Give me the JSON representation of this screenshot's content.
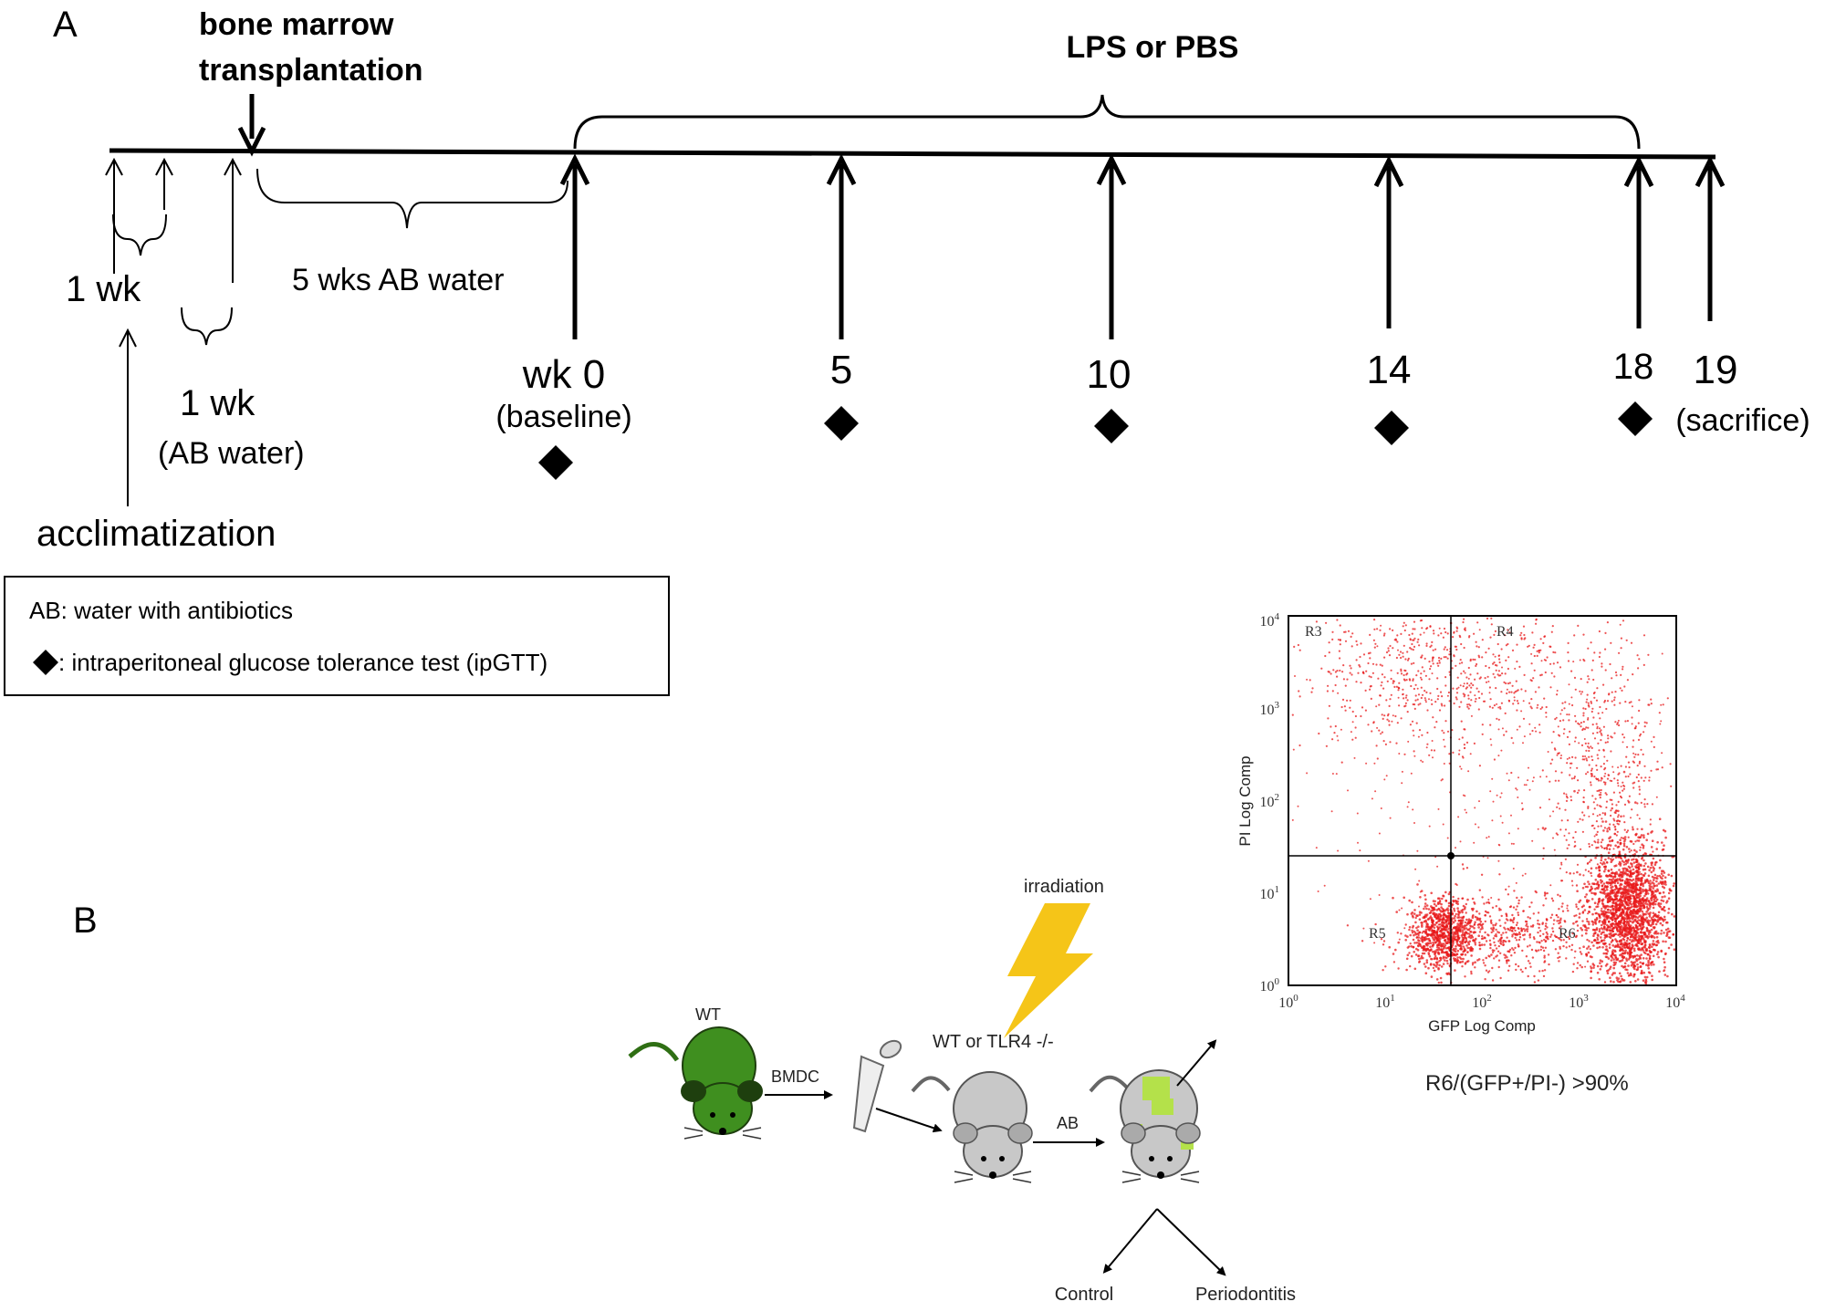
{
  "panel_a": {
    "label": "A",
    "bmt_line1": "bone marrow",
    "bmt_line2": "transplantation",
    "lps_label": "LPS or PBS",
    "one_wk_left": "1 wk",
    "one_wk_right": "1 wk",
    "ab_water_paren": "(AB water)",
    "five_wks": "5 wks AB water",
    "acclimatization": "acclimatization",
    "weeks": [
      {
        "label": "wk 0",
        "sub": "(baseline)"
      },
      {
        "label": "5",
        "sub": ""
      },
      {
        "label": "10",
        "sub": ""
      },
      {
        "label": "14",
        "sub": ""
      },
      {
        "label": "18",
        "sub": ""
      },
      {
        "label": "19",
        "sub": "(sacrifice)"
      }
    ],
    "legend": {
      "line1": "AB: water with antibiotics",
      "line2": ": intraperitoneal glucose tolerance test (ipGTT)"
    }
  },
  "panel_b": {
    "label": "B",
    "wt": "WT",
    "bmdc": "BMDC",
    "recipient": "WT or TLR4 -/-",
    "irradiation": "irradiation",
    "ab": "AB",
    "control": "Control",
    "periodontitis": "Periodontitis",
    "result": "R6/(GFP+/PI-) >90%",
    "colors": {
      "donor_mouse": "#3f8f1f",
      "recipient_mouse": "#c8c8c8",
      "gfp_patch": "#b4e14a",
      "lightning": "#f5c518",
      "dots": "#e8191b"
    }
  },
  "flow_plot": {
    "xlabel": "GFP Log Comp",
    "ylabel": "PI Log Comp",
    "x_ticks": [
      "10",
      "10",
      "10",
      "10",
      "10"
    ],
    "x_exps": [
      "0",
      "1",
      "2",
      "3",
      "4"
    ],
    "y_ticks": [
      "10",
      "10",
      "10",
      "10",
      "10"
    ],
    "y_exps": [
      "0",
      "1",
      "2",
      "3",
      "4"
    ],
    "regions": [
      "R3",
      "R4",
      "R5",
      "R6"
    ]
  }
}
